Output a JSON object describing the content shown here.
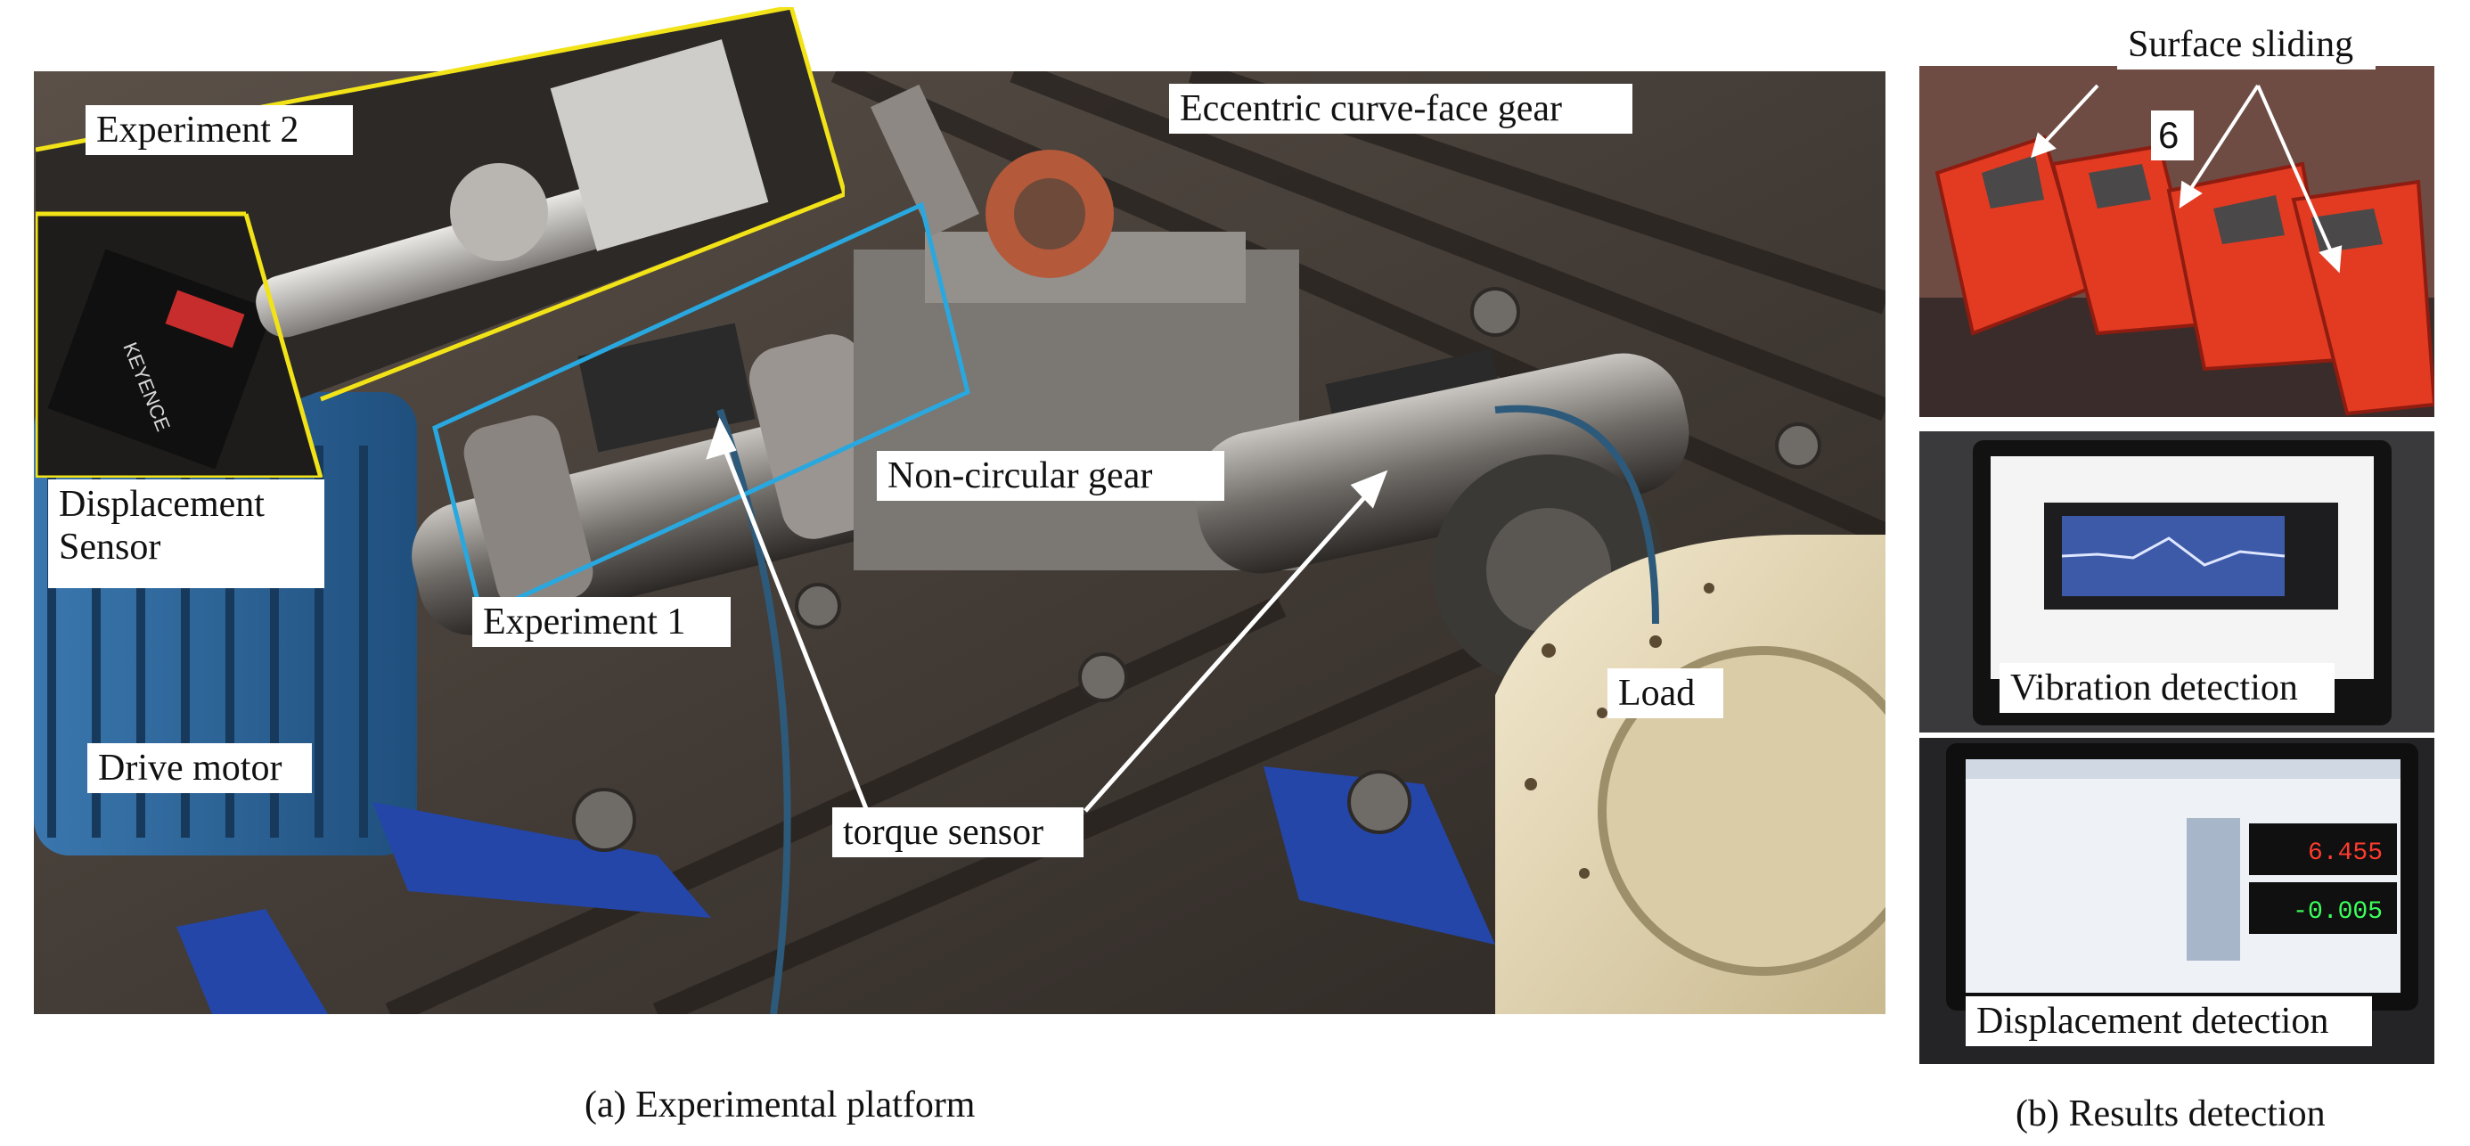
{
  "panel_a": {
    "caption": "(a) Experimental platform",
    "labels": {
      "experiment_2": "Experiment  2",
      "eccentric_gear": "Eccentric curve-face gear",
      "displacement_sensor_line1": "Displacement",
      "displacement_sensor_line2": "Sensor",
      "non_circular_gear": "Non-circular gear",
      "experiment_1": "Experiment  1",
      "load": "Load",
      "drive_motor": "Drive motor",
      "torque_sensor": "torque sensor"
    },
    "inset_brand": "KEYENCE"
  },
  "panel_b": {
    "caption": "(b) Results detection",
    "labels": {
      "surface_sliding": "Surface sliding",
      "tooth_number": "6",
      "vibration_detection": "Vibration detection",
      "displacement_detection": "Displacement detection"
    },
    "readout_1": "6.455",
    "readout_2": "-0.005"
  },
  "colors": {
    "experiment_1_frame": "#29a8e0",
    "experiment_2_frame": "#f2e318",
    "motor_blue": "#2f6fa8",
    "clamp_blue": "#2446a8",
    "gear_red": "#e23b22",
    "load_cream": "#efe2bf"
  }
}
